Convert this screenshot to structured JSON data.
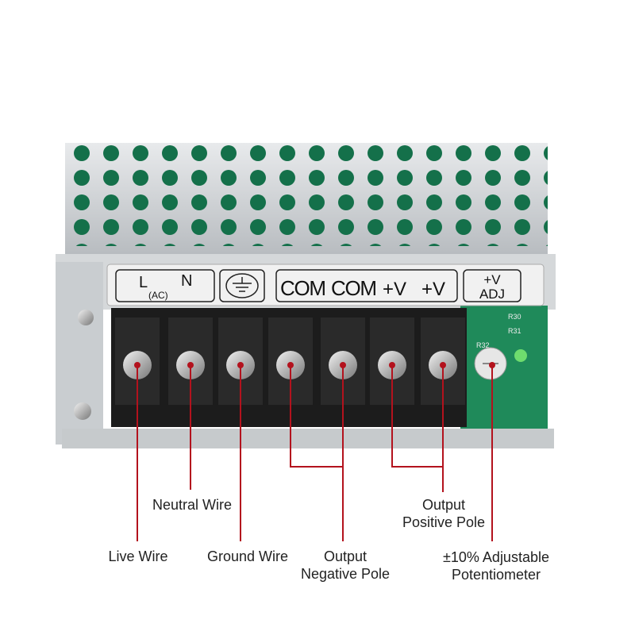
{
  "terminal_labels": {
    "l": "L",
    "ac": "(AC)",
    "n": "N",
    "com1": "COM",
    "com2": "COM",
    "v1": "+V",
    "v2": "+V",
    "adj_top": "+V",
    "adj_bottom": "ADJ"
  },
  "pcb_marks": {
    "r30": "R30",
    "r31": "R31",
    "r32": "R32"
  },
  "callouts": {
    "live": "Live Wire",
    "neutral": "Neutral Wire",
    "ground": "Ground Wire",
    "negative_1": "Output",
    "negative_2": "Negative Pole",
    "positive_1": "Output",
    "positive_2": "Positive Pole",
    "pot_1": "±10% Adjustable",
    "pot_2": "Potentiometer"
  },
  "colors": {
    "line": "#b3121d",
    "terminal_block": "#1c1c1c",
    "pcb": "#1f8a5a"
  }
}
